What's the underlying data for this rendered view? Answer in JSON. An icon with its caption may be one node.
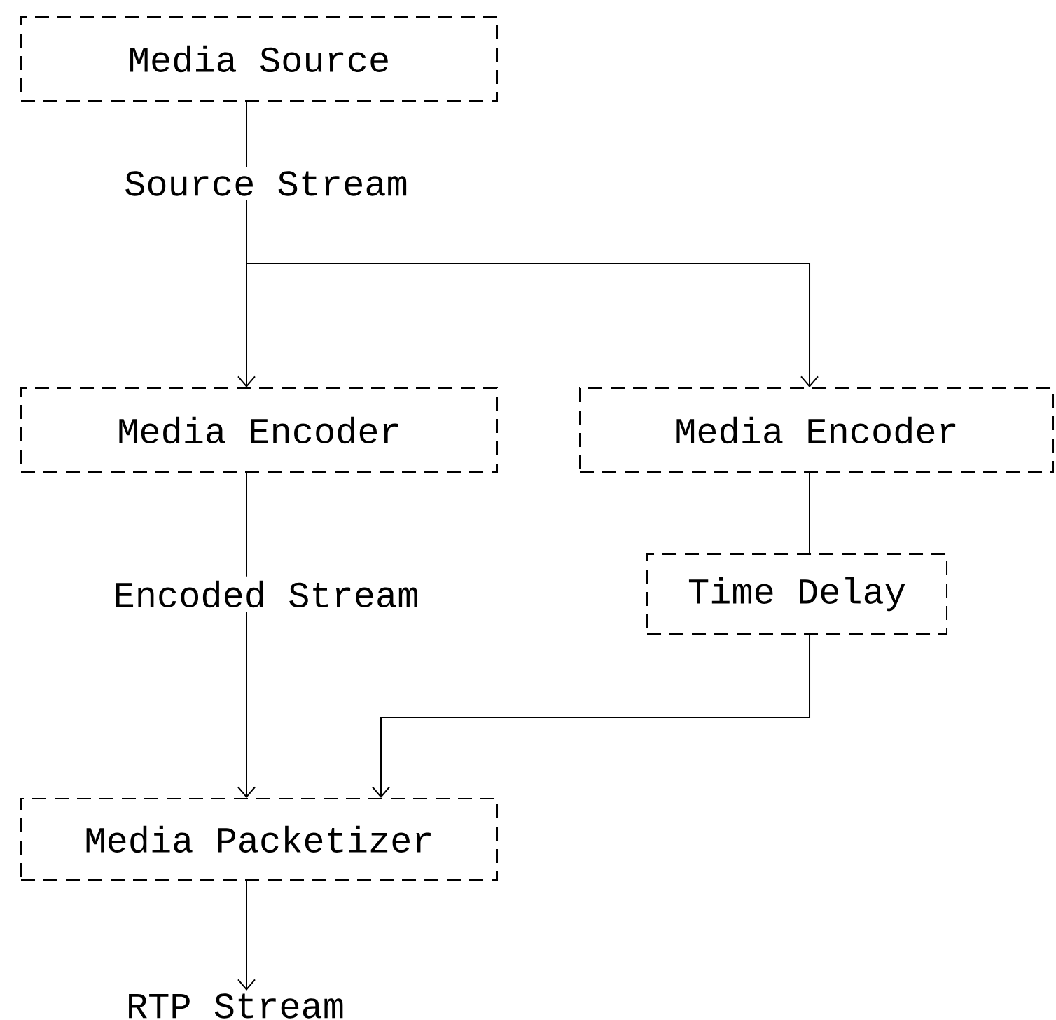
{
  "diagram": {
    "nodes": [
      {
        "text": [
          "Media Source"
        ]
      },
      {
        "text": [
          "Media Encoder"
        ]
      },
      {
        "text": [
          "Media Encoder"
        ]
      },
      {
        "text": [
          "Time Delay"
        ]
      },
      {
        "text": [
          "Media Packetizer"
        ]
      },
      {
        "text": [
          "RTP Stream"
        ]
      }
    ],
    "edges": [
      {
        "from": 0,
        "to": 1,
        "arrow": "to",
        "label": "Source Stream"
      },
      {
        "from": 0,
        "to": 2,
        "arrow": "to"
      },
      {
        "from": 1,
        "to": 4,
        "arrow": "to",
        "label": "Encoded Stream"
      },
      {
        "from": 2,
        "to": 3,
        "arrow": "none"
      },
      {
        "from": 3,
        "to": 4,
        "arrow": "to"
      },
      {
        "from": 4,
        "to": 5,
        "arrow": "to"
      }
    ]
  }
}
